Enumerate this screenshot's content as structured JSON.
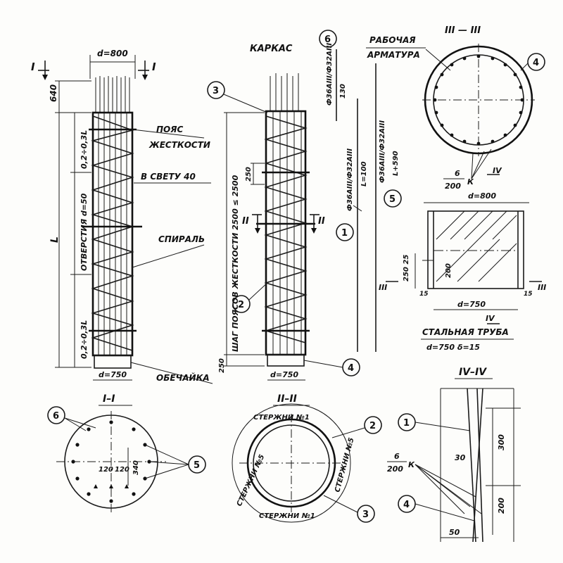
{
  "drawing": {
    "sec_I_mark_left": "I",
    "sec_I_mark_right": "I",
    "d_top": "d=800",
    "dim_640": "640",
    "dim_L": "L",
    "dim_02_03L_top": "0,2÷0,3L",
    "dim_holes": "ОТВЕРСТИЯ d=50",
    "dim_02_03L_bot": "0,2÷0,3L",
    "label_belt": "ПОЯС",
    "label_rigidity": "ЖЕСТКОСТИ",
    "label_clear": "В СВЕТУ 40",
    "label_spiral": "СПИРАЛЬ",
    "label_shell": "ОБЕЧАЙКА",
    "d_bottom_left": "d=750",
    "title_cage": "КАРКАС",
    "marker_3": "3",
    "marker_2": "2",
    "marker_4": "4",
    "marker_6": "6",
    "marker_1": "1",
    "marker_5": "5",
    "dim_belt_step": "ШАГ ПОЯСОВ ЖЕСТКОСТИ 2500 ≤ 2500",
    "dim_250": "250",
    "dim_250_bottom": "250",
    "sec_II_left": "II",
    "sec_II_right": "II",
    "d_bottom_mid": "d=750",
    "rebar_6_a": "Ф36АIII/Ф32АIII",
    "rebar_6_b": "130",
    "rebar_1_a": "Ф36АIII/Ф32АIII",
    "rebar_1_b": "L=100",
    "rebar_5_a": "Ф36АIII/Ф32АIII",
    "rebar_5_b": "L+590",
    "work_rebar_1": "РАБОЧАЯ",
    "work_rebar_2": "АРМАТУРА",
    "title_III": "III — III",
    "weld_6": "6",
    "weld_200": "200",
    "weld_k": "К",
    "sec_IV": "IV",
    "d_800_right": "d=800",
    "dim_250_25": "250 25",
    "dim_200": "200",
    "dim_15_left": "15",
    "dim_15_right": "15",
    "sec_III_left": "III",
    "sec_III_right": "III",
    "d_750_right": "d=750",
    "sec_IV_bottom": "IV",
    "steel_pipe": "СТАЛЬНАЯ ТРУБА",
    "steel_pipe_dims": "d=750  δ=15",
    "title_I_I": "I–I",
    "dim_340": "340",
    "dim_120_a": "120",
    "dim_120_b": "120",
    "title_II_II": "II–II",
    "bars_1_top": "СТЕРЖНИ №1",
    "bars_1_bot": "СТЕРЖНИ №1",
    "bars_5_left": "СТЕРЖНИ №5",
    "bars_5_right": "СТЕРЖНИ №5",
    "title_IV_IV": "IV–IV",
    "dim_30": "30",
    "dim_300": "300",
    "dim_200_b": "200",
    "dim_50": "50",
    "weld2_6": "6",
    "weld2_200": "200",
    "weld2_k": "К"
  }
}
